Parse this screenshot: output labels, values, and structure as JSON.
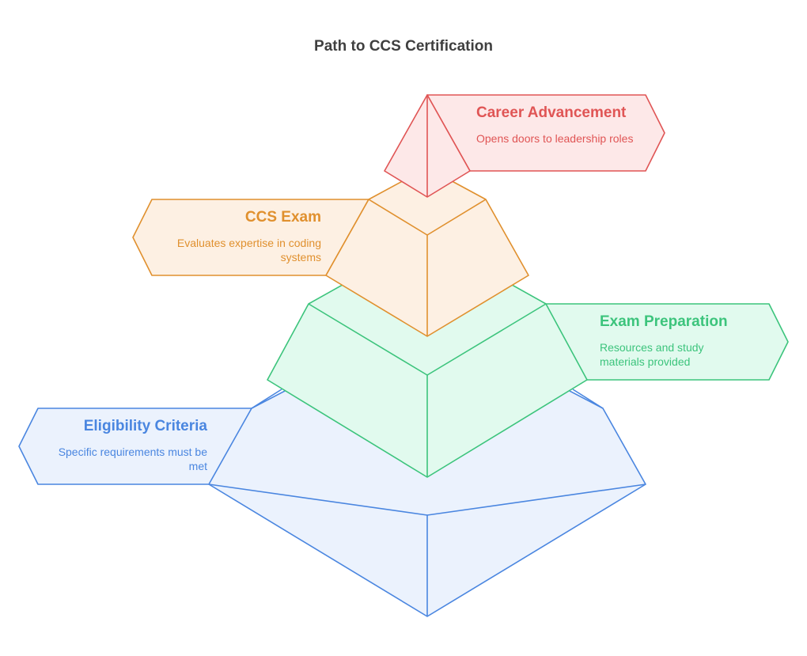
{
  "title": "Path to CCS Certification",
  "levels": [
    {
      "id": "career",
      "title": "Career Advancement",
      "description": "Opens doors to leadership roles",
      "stroke": "#e05555",
      "fill": "#fde8e8",
      "text_color": "#e05555"
    },
    {
      "id": "ccs_exam",
      "title": "CCS Exam",
      "description": "Evaluates expertise in coding systems",
      "stroke": "#e0902e",
      "fill": "#fdf0e3",
      "text_color": "#e0902e"
    },
    {
      "id": "exam_prep",
      "title": "Exam Preparation",
      "description": "Resources and study materials provided",
      "stroke": "#3cc47c",
      "fill": "#e1faee",
      "text_color": "#3cc47c"
    },
    {
      "id": "eligibility",
      "title": "Eligibility Criteria",
      "description": "Specific requirements must be met",
      "stroke": "#4a86e0",
      "fill": "#ebf2fd",
      "text_color": "#4a86e0"
    }
  ]
}
